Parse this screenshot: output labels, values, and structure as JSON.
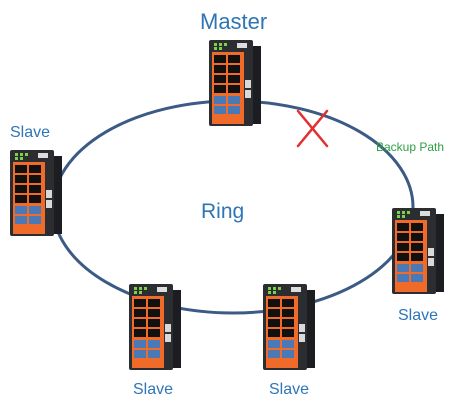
{
  "labels": {
    "master": "Master",
    "ring": "Ring",
    "backup_path": "Backup Path",
    "slave_left": "Slave",
    "slave_right": "Slave",
    "slave_bottom_left": "Slave",
    "slave_bottom_right": "Slave"
  },
  "colors": {
    "ring_line": "#3b5a85",
    "label_text": "#2e75b6",
    "backup_text": "#2ea044",
    "break_mark": "#e03030",
    "switch_body": "#2b2d31",
    "switch_panel": "#f06a2a",
    "port_blue": "#4a79b8",
    "led_green": "#7ad14a"
  },
  "icons": {
    "switch": "industrial-ethernet-switch-icon",
    "link_break": "x-mark-icon"
  }
}
